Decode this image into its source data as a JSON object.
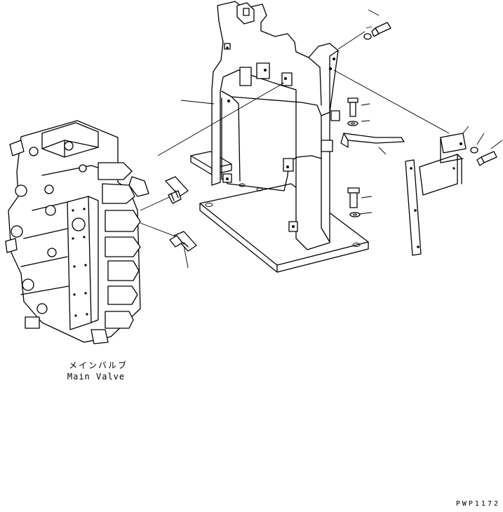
{
  "main_valve_label_jp": "メインバルブ",
  "main_valve_label_en": "Main Valve",
  "drawing_code": "PWP1172",
  "colors": {
    "line": "#000000",
    "background": "#ffffff"
  }
}
